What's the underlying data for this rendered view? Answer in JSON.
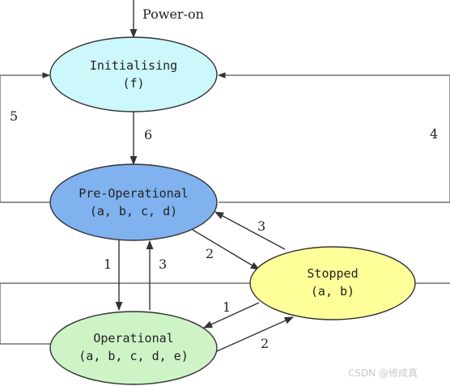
{
  "diagram": {
    "entry_label": "Power-on",
    "states": {
      "initialising": {
        "name": "Initialising",
        "services": "(f)",
        "fill": "#ccf7fb"
      },
      "pre_operational": {
        "name": "Pre-Operational",
        "services": "(a, b, c, d)",
        "fill": "#7fb2ee"
      },
      "operational": {
        "name": "Operational",
        "services": "(a, b, c, d, e)",
        "fill": "#cdf3c7"
      },
      "stopped": {
        "name": "Stopped",
        "services": "(a, b)",
        "fill": "#ffff99"
      }
    },
    "transition_labels": {
      "init_to_preop": "6",
      "reset_comm": "5",
      "reset_node": "4",
      "preop_to_op": "1",
      "op_to_preop": "3",
      "preop_to_stopped": "2",
      "stopped_to_preop": "3",
      "stopped_to_op": "1",
      "op_to_stopped": "2"
    },
    "stroke_color": "#333333"
  },
  "watermark": "CSDN @修成真"
}
